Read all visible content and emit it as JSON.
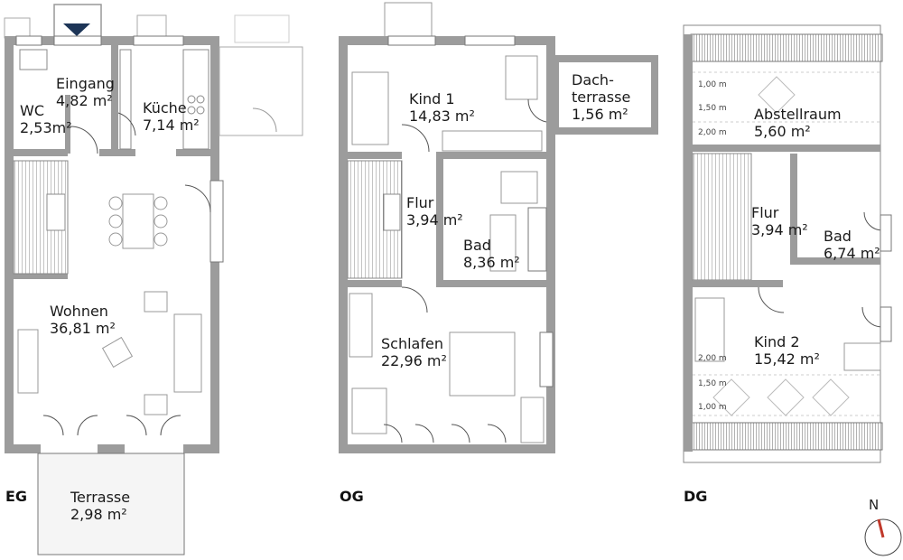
{
  "levels": {
    "eg": "EG",
    "og": "OG",
    "dg": "DG"
  },
  "rooms": {
    "eingang": {
      "name": "Eingang",
      "area": "4,82 m²"
    },
    "wc": {
      "name": "WC",
      "area": "2,53m²"
    },
    "kueche": {
      "name": "Küche",
      "area": "7,14 m²"
    },
    "wohnen": {
      "name": "Wohnen",
      "area": "36,81 m²"
    },
    "terrasse": {
      "name": "Terrasse",
      "area": "2,98 m²"
    },
    "kind1": {
      "name": "Kind 1",
      "area": "14,83 m²"
    },
    "dachterrasse": {
      "name_line1": "Dach-",
      "name_line2": "terrasse",
      "area": "1,56 m²"
    },
    "flur_og": {
      "name": "Flur",
      "area": "3,94 m²"
    },
    "bad_og": {
      "name": "Bad",
      "area": "8,36 m²"
    },
    "schlafen": {
      "name": "Schlafen",
      "area": "22,96 m²"
    },
    "abstellraum": {
      "name": "Abstellraum",
      "area": "5,60 m²"
    },
    "flur_dg": {
      "name": "Flur",
      "area": "3,94 m²"
    },
    "bad_dg": {
      "name": "Bad",
      "area": "6,74 m²"
    },
    "kind2": {
      "name": "Kind 2",
      "area": "15,42 m²"
    }
  },
  "dimensions": {
    "d100": "1,00 m",
    "d150": "1,50 m",
    "d200": "2,00 m"
  },
  "compass": {
    "north": "N"
  },
  "colors": {
    "wall": "#9c9c9c",
    "accent_entry": "#1d3557",
    "compass_needle": "#c0392b"
  }
}
